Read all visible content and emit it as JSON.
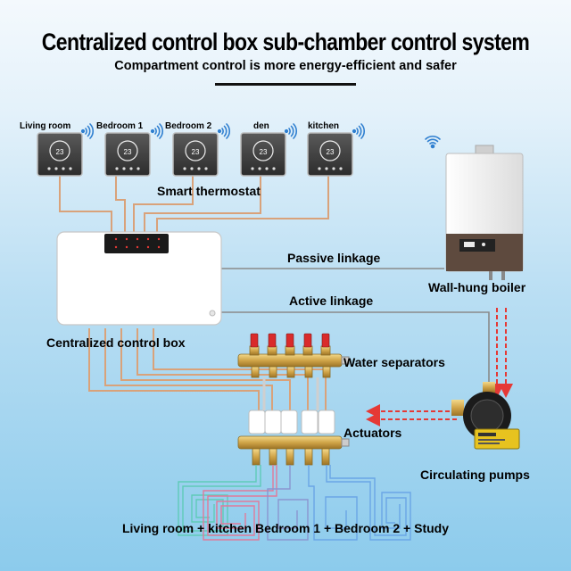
{
  "title": "Centralized control box sub-chamber control system",
  "subtitle": "Compartment control is more energy-efficient and safer",
  "rooms": [
    "Living room",
    "Bedroom 1",
    "Bedroom 2",
    "den",
    "kitchen"
  ],
  "labels": {
    "thermostat": "Smart thermostat",
    "passive": "Passive linkage",
    "active": "Active linkage",
    "boiler": "Wall-hung boiler",
    "control_box": "Centralized control box",
    "separators": "Water separators",
    "actuators": "Actuators",
    "pumps": "Circulating pumps",
    "bottom": "Living room + kitchen Bedroom 1 + Bedroom 2 + Study"
  },
  "colors": {
    "wire": "#d9a27a",
    "link_line": "#8a8a8a",
    "arrow": "#e53935",
    "brass": "#d4ae55",
    "wifi": "#2f7fd0"
  },
  "icons": [
    "wifi-icon",
    "thermostat-icon",
    "control-box",
    "boiler",
    "manifold",
    "valve-handle",
    "actuator",
    "pump",
    "floor-heating-loop"
  ]
}
